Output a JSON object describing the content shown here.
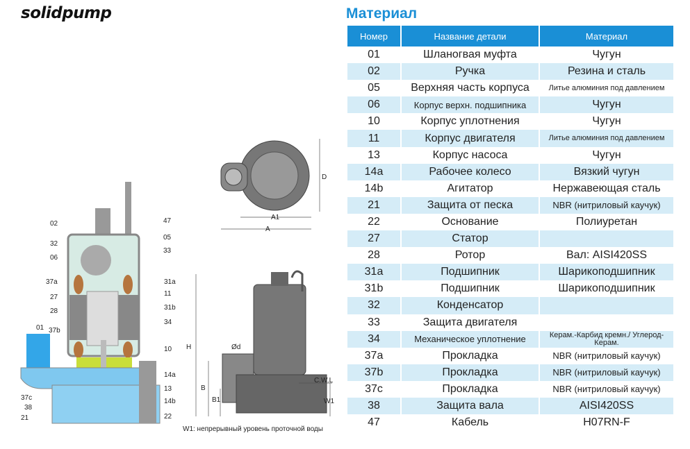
{
  "logo": "solidpump",
  "title": "Материал",
  "table": {
    "headers": [
      "Номер",
      "Название детали",
      "Материал"
    ],
    "rows": [
      [
        "01",
        "Шланогвая муфта",
        "Чугун"
      ],
      [
        "02",
        "Ручка",
        "Резина и сталь"
      ],
      [
        "05",
        "Верхняя часть корпуса",
        "Литье алюминия под давлением"
      ],
      [
        "06",
        "Корпус верхн. подшипника",
        "Чугун"
      ],
      [
        "10",
        "Корпус уплотнения",
        "Чугун"
      ],
      [
        "11",
        "Корпус двигателя",
        "Литье алюминия под давлением"
      ],
      [
        "13",
        "Корпус насоса",
        "Чугун"
      ],
      [
        "14a",
        "Рабочее колесо",
        "Вязкий чугун"
      ],
      [
        "14b",
        "Агитатор",
        "Нержавеющая сталь"
      ],
      [
        "21",
        "Защита от песка",
        "NBR (нитриловый каучук)"
      ],
      [
        "22",
        "Основание",
        "Полиуретан"
      ],
      [
        "27",
        "Статор",
        ""
      ],
      [
        "28",
        "Ротор",
        "Вал: AISI420SS"
      ],
      [
        "31a",
        "Подшипник",
        "Шарикоподшипник"
      ],
      [
        "31b",
        "Подшипник",
        "Шарикоподшипник"
      ],
      [
        "32",
        "Конденсатор",
        ""
      ],
      [
        "33",
        "Защита двигателя",
        ""
      ],
      [
        "34",
        "Механическое уплотнение",
        "Керам.-Карбид кремн./ Углерод-Керам."
      ],
      [
        "37a",
        "Прокладка",
        "NBR (нитриловый каучук)"
      ],
      [
        "37b",
        "Прокладка",
        "NBR (нитриловый каучук)"
      ],
      [
        "37c",
        "Прокладка",
        "NBR (нитриловый каучук)"
      ],
      [
        "38",
        "Защита вала",
        "AISI420SS"
      ],
      [
        "47",
        "Кабель",
        "H07RN-F"
      ]
    ]
  },
  "diagram_labels": [
    "02",
    "47",
    "32",
    "05",
    "06",
    "33",
    "37a",
    "31a",
    "27",
    "11",
    "28",
    "31b",
    "34",
    "01",
    "37b",
    "10",
    "14a",
    "13",
    "37c",
    "38",
    "21",
    "14b",
    "22"
  ],
  "dimension_labels": [
    "D",
    "A1",
    "A",
    "H",
    "B",
    "B1",
    "Ød",
    "C.W.L",
    "W1"
  ],
  "caption": "W1: непрерывный уровень проточной воды",
  "colors": {
    "accent": "#1a8fd6",
    "stripe": "#d5ecf7"
  }
}
